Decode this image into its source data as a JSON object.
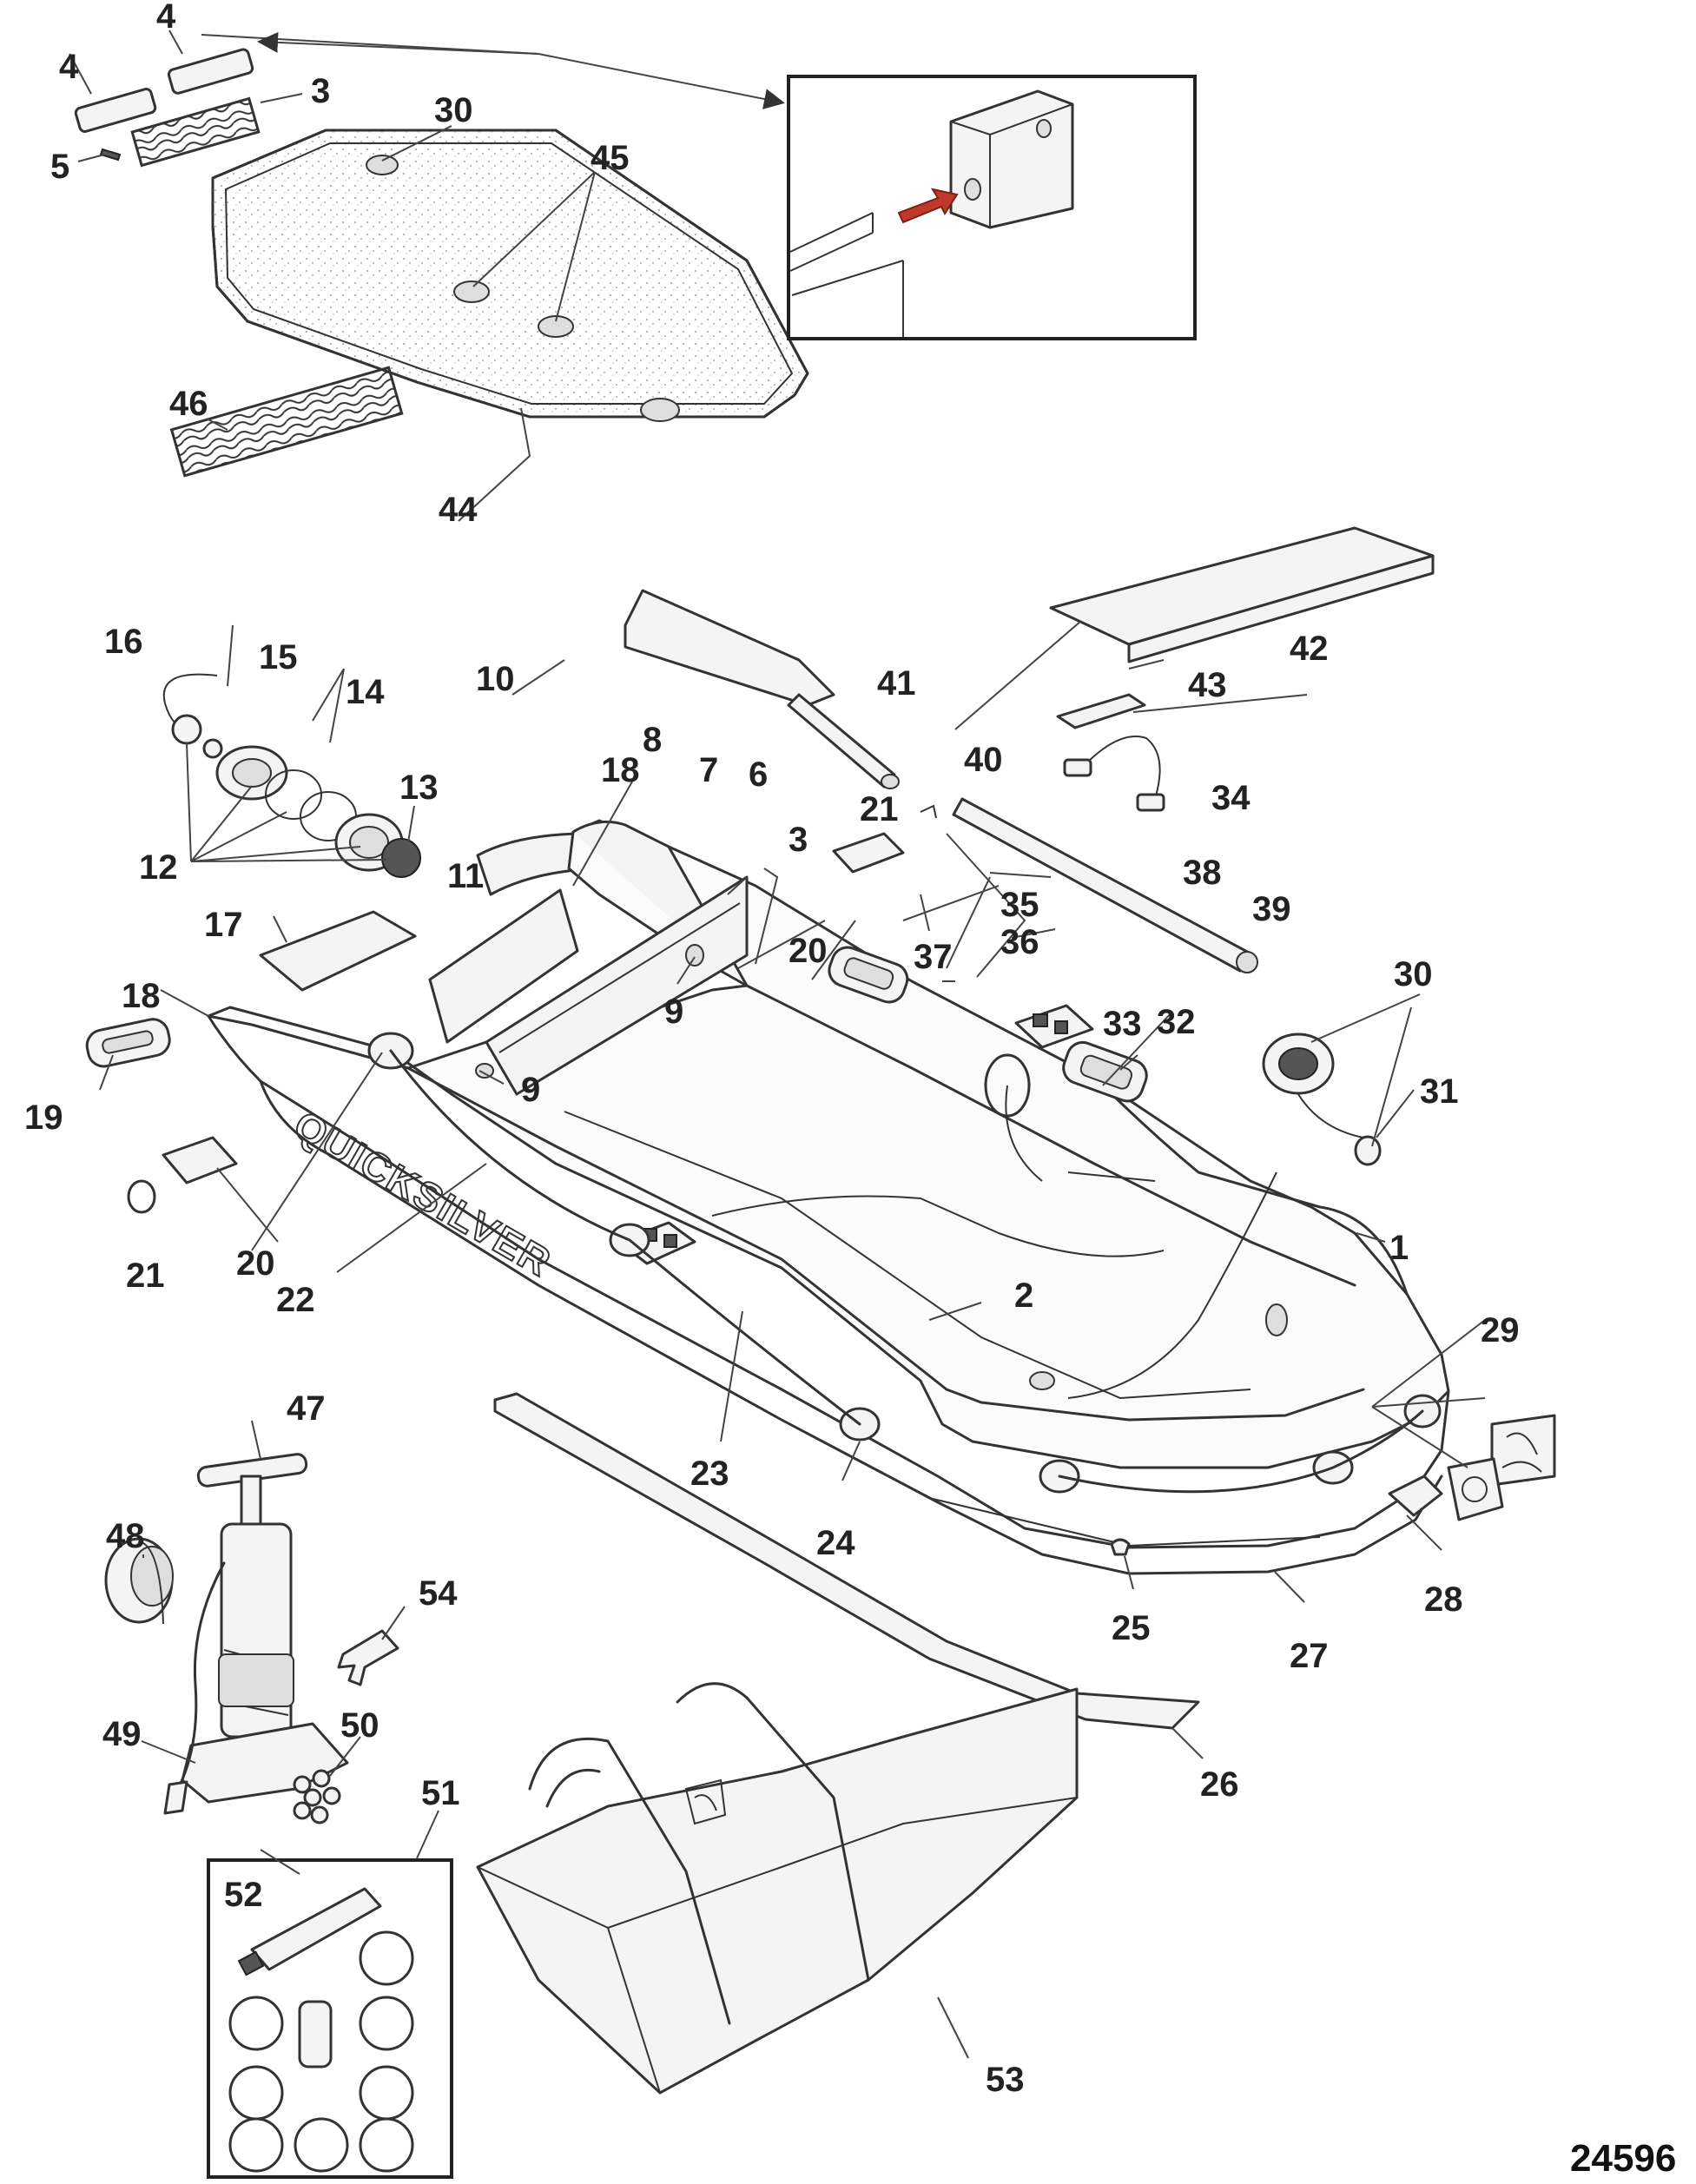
{
  "figure_number": "24596",
  "brand_text": "QUICKSILVER",
  "accent_color": "#c0392b",
  "callouts": [
    "1",
    "2",
    "3",
    "3",
    "4",
    "4",
    "5",
    "6",
    "7",
    "8",
    "9",
    "9",
    "10",
    "11",
    "12",
    "13",
    "14",
    "15",
    "16",
    "17",
    "18",
    "18",
    "19",
    "20",
    "20",
    "21",
    "21",
    "22",
    "23",
    "24",
    "25",
    "26",
    "27",
    "28",
    "29",
    "30",
    "30",
    "31",
    "32",
    "33",
    "34",
    "35",
    "36",
    "37",
    "38",
    "39",
    "40",
    "41",
    "42",
    "43",
    "44",
    "45",
    "46",
    "47",
    "48",
    "49",
    "50",
    "51",
    "52",
    "53",
    "54"
  ]
}
